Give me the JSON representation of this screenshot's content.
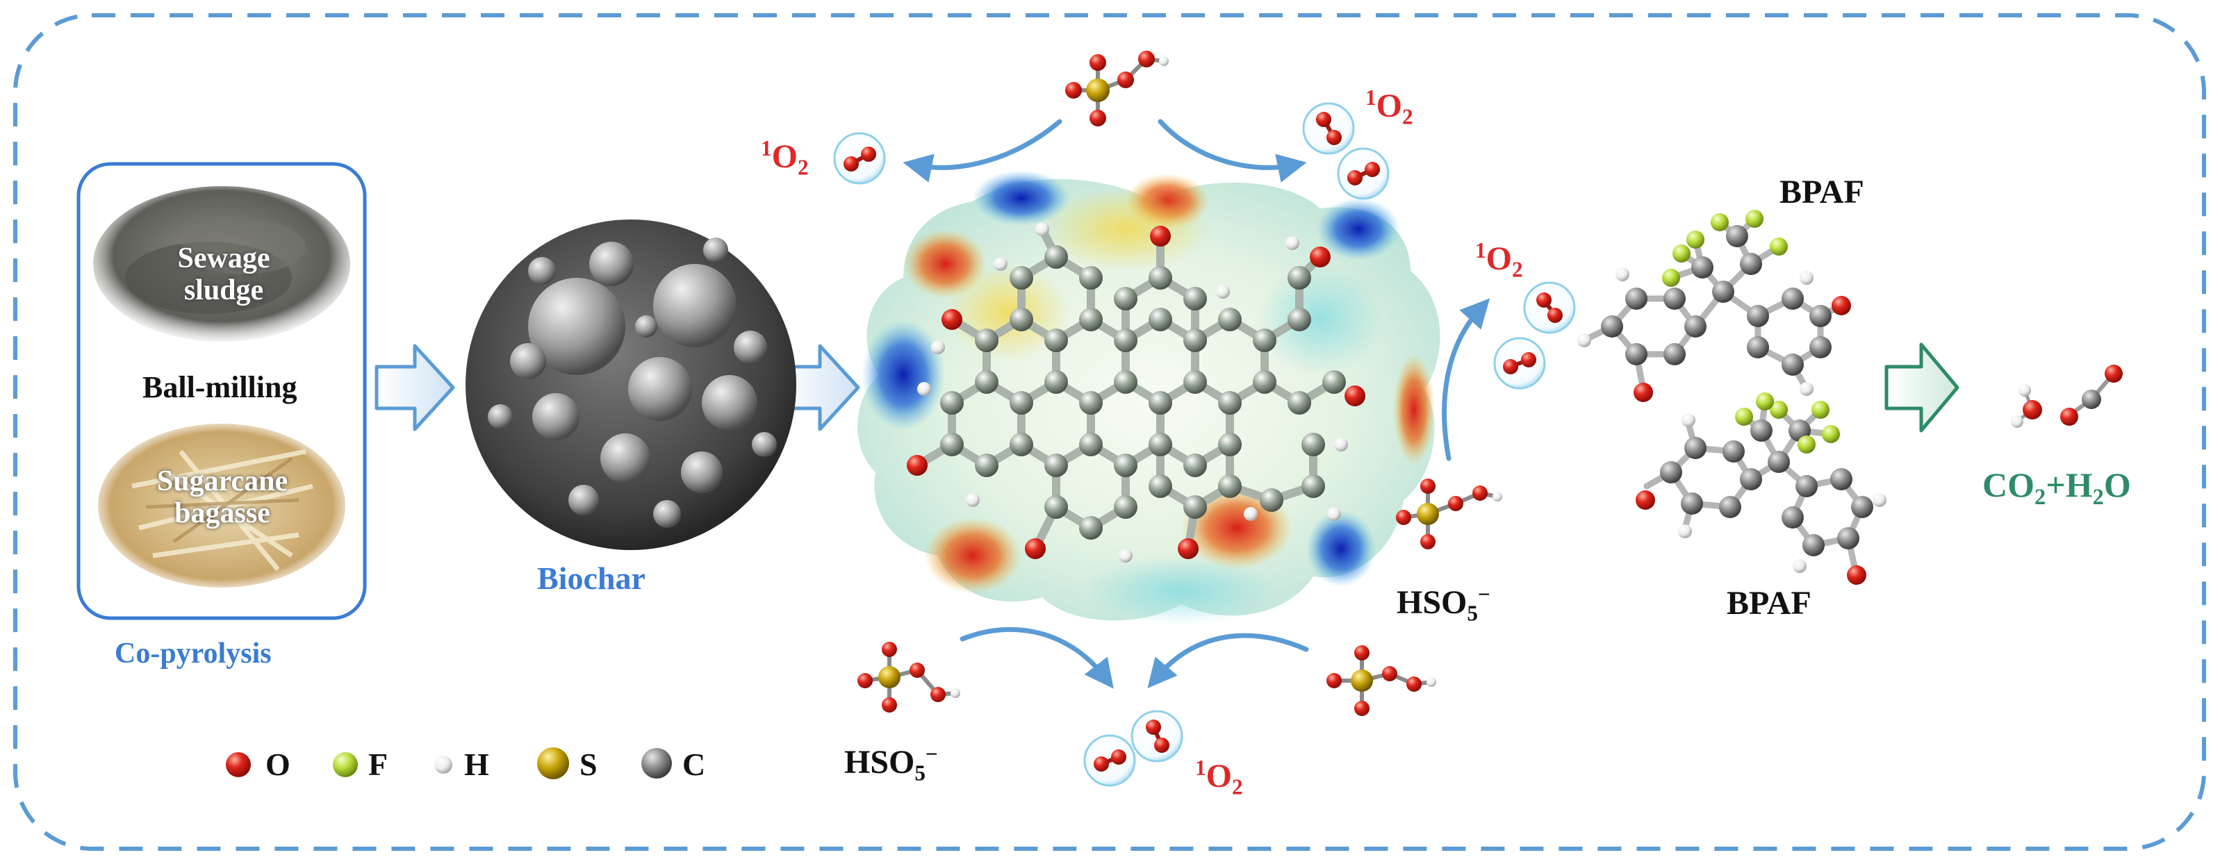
{
  "feedstock": {
    "sludge": [
      "Sewage",
      "sludge"
    ],
    "milling": "Ball-milling",
    "bagasse": [
      "Sugarcane",
      "bagasse"
    ],
    "process": "Co-pyrolysis"
  },
  "biochar": "Biochar",
  "oxidant": {
    "formula_main": "HSO",
    "sub": "5",
    "sup": "−"
  },
  "singlet_oxygen": {
    "sup": "1",
    "main": "O",
    "sub": "2"
  },
  "pollutant": "BPAF",
  "products": {
    "a": "CO",
    "a_sub": "2",
    "plus": "+H",
    "b_sub": "2",
    "tail": "O"
  },
  "legend": [
    {
      "symbol": "O",
      "color": "#e0261c"
    },
    {
      "symbol": "F",
      "color": "#a8d63a"
    },
    {
      "symbol": "H",
      "color": "#f4f4f4"
    },
    {
      "symbol": "S",
      "color": "#c9a40a"
    },
    {
      "symbol": "C",
      "color": "#8e8e8e"
    }
  ],
  "colors": {
    "frame": "#5b9bd5",
    "arrow": "#5b9bd5",
    "oxygen": "#e0261c",
    "sulfur": "#c9a40a",
    "fluorine": "#b9dc3a",
    "carbon": "#8f9a8f",
    "hydrogen": "#f2f2f2",
    "text_blue": "#3a7bd5",
    "text_red": "#e02828",
    "text_green": "#2e8b67"
  }
}
